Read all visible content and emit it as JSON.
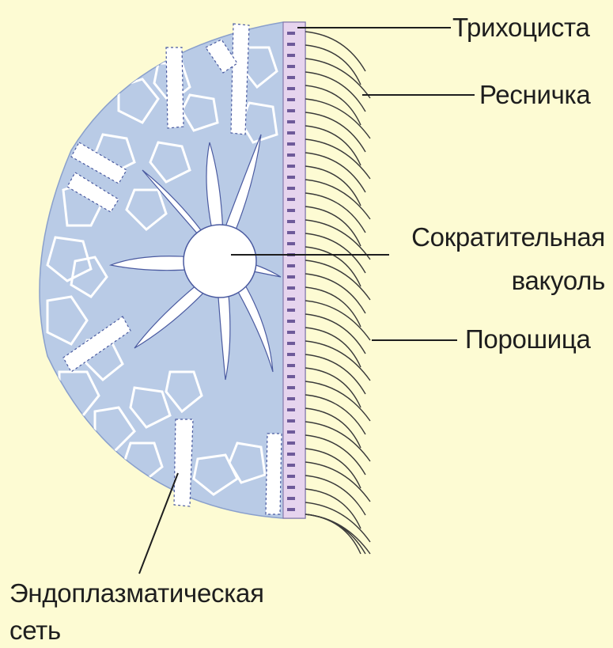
{
  "labels": {
    "trichocyst": "Трихоциста",
    "cilium": "Ресничка",
    "contractile_vacuole_line1": "Сократительная",
    "contractile_vacuole_line2": "вакуоль",
    "cytoproct": "Порошица",
    "er_line1": "Эндоплазматическая",
    "er_line2": "сеть"
  },
  "colors": {
    "background": "#fdfbd3",
    "cytoplasm": "#b9cbe6",
    "membrane": "#4a5aa0",
    "pellicle": "#e6d4ee",
    "canals": "#ffffff",
    "cilia": "#3a3a3a",
    "leader_lines": "#1e1e1e"
  }
}
